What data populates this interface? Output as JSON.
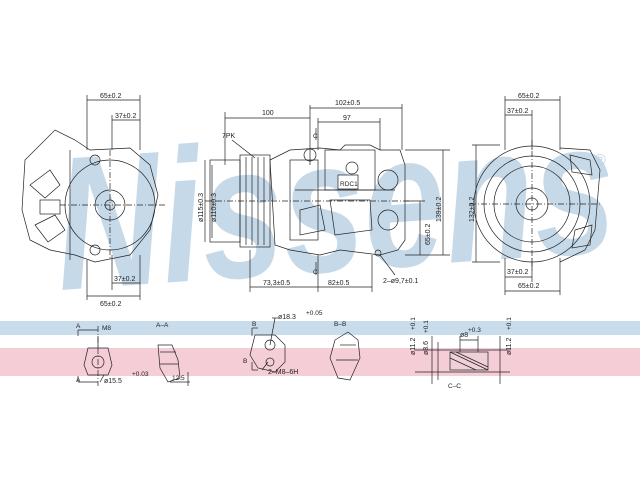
{
  "watermark": {
    "text": "Nissens",
    "registered": "®",
    "color": "#bcd3e6"
  },
  "bands": {
    "blue": "#c9dcec",
    "pink": "#f4cdd7"
  },
  "left_view": {
    "top_dim": "65±0.2",
    "top_dim2": "37±0.2",
    "bottom_dim": "37±0.2",
    "bottom_dim2": "65±0.2"
  },
  "side_view": {
    "dim_100": "100",
    "dim_102": "102±0.5",
    "dim_97": "97",
    "pulley": "7PK",
    "dia_115": "ø115±0.3",
    "dia_110": "ø110±0.3",
    "dim_139": "139±0.2",
    "dim_65": "65±0.2",
    "dim_73": "73,3±0.5",
    "dim_82": "82±0.5",
    "holes": "2–ø9,7±0.1",
    "badge": "RDC1",
    "section_c": "C"
  },
  "right_view": {
    "top_dim": "65±0.2",
    "top_dim2": "37±0.2",
    "side_dim": "132±0.2",
    "bottom_dim": "37±0.2",
    "bottom_dim2": "65±0.2"
  },
  "details": {
    "a_label": "A",
    "m8": "M8",
    "a_label2": "A",
    "dia_15": "ø15.5",
    "dia_15_tol": "+0.03",
    "aa": "A–A",
    "aa_dim": "12.5",
    "b_label": "B",
    "dia_18": "ø18.3",
    "dia_18_tol": "+0.05",
    "b_label2": "B",
    "m8_6h": "2–M8–6H",
    "bb": "B–B",
    "dia_11a": "ø11.2",
    "dia_11a_tol": "+0.1",
    "dia_8": "ø8.6",
    "dia_8_tol": "+0.1",
    "dia_8b": "ø8",
    "dia_8b_tol": "+0.3",
    "dia_11b": "ø11.2",
    "dia_11b_tol": "+0.1",
    "cc": "C–C"
  }
}
